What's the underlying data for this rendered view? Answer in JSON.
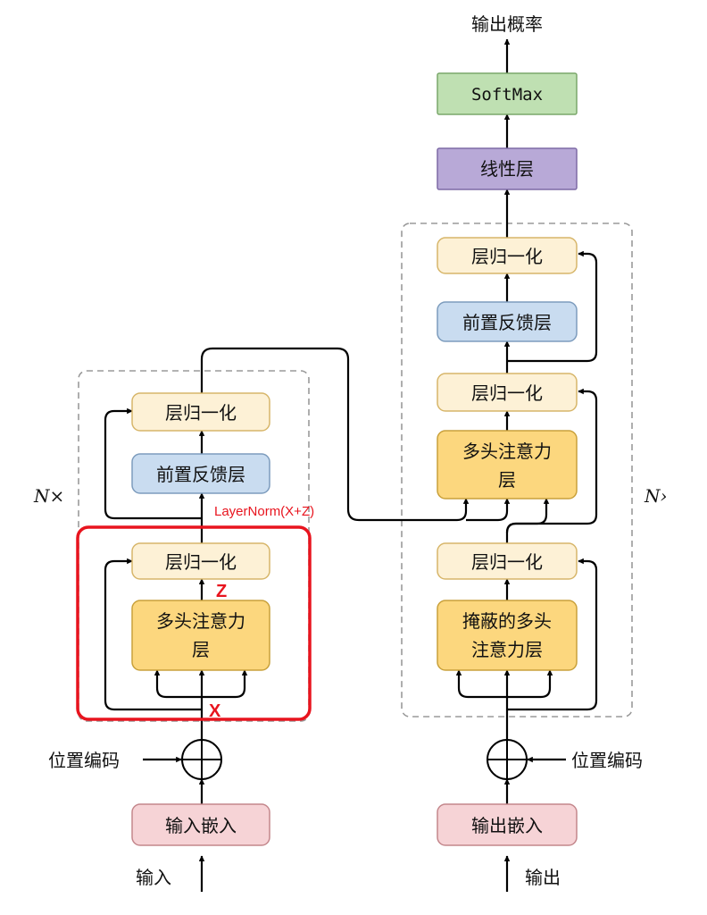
{
  "colors": {
    "layernorm_fill": "#fdf1d6",
    "layernorm_stroke": "#d7b66a",
    "attention_fill": "#fcd77e",
    "attention_stroke": "#c9a13b",
    "ffn_fill": "#c9dcf0",
    "ffn_stroke": "#7d9cbd",
    "embed_fill": "#f6d3d6",
    "embed_stroke": "#c4878c",
    "linear_fill": "#b8a9d7",
    "linear_stroke": "#7e6aa6",
    "softmax_fill": "#bfe0b2",
    "softmax_stroke": "#7aa76b",
    "highlight": "#e8141e",
    "dashed": "#9a9a9a"
  },
  "encoder": {
    "input_label": "输入",
    "embedding": "输入嵌入",
    "pos_encoding": "位置编码",
    "attention_line1": "多头注意力",
    "attention_line2": "层",
    "norm1": "层归一化",
    "ffn": "前置反馈层",
    "norm2": "层归一化",
    "repeat": "N×"
  },
  "decoder": {
    "output_label": "输出",
    "embedding": "输出嵌入",
    "pos_encoding": "位置编码",
    "masked_attention_line1": "掩蔽的多头",
    "masked_attention_line2": "注意力层",
    "norm1": "层归一化",
    "cross_attention_line1": "多头注意力",
    "cross_attention_line2": "层",
    "norm2": "层归一化",
    "ffn": "前置反馈层",
    "norm3": "层归一化",
    "repeat": "N›"
  },
  "head": {
    "linear": "线性层",
    "softmax": "SoftMax",
    "output_probs": "输出概率"
  },
  "annotations": {
    "x": "X",
    "z": "Z",
    "layernorm": "LayerNorm(X+Z)"
  }
}
